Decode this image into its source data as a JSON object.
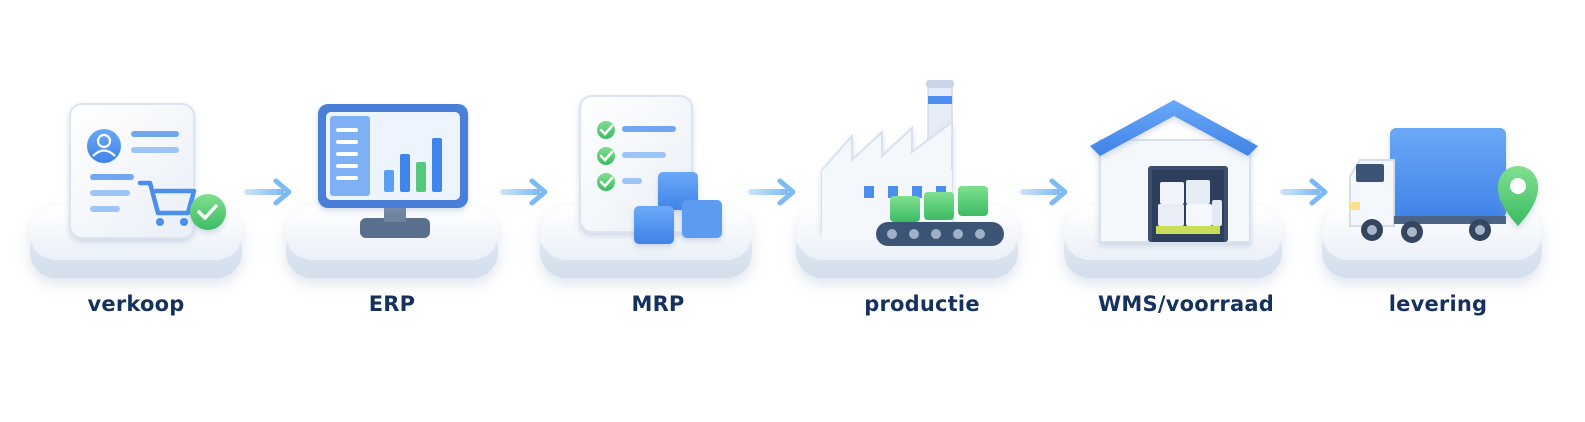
{
  "stages": [
    {
      "label": "verkoop",
      "icon": "sales-order-cart-icon"
    },
    {
      "label": "ERP",
      "icon": "erp-monitor-chart-icon"
    },
    {
      "label": "MRP",
      "icon": "mrp-checklist-boxes-icon"
    },
    {
      "label": "productie",
      "icon": "factory-conveyor-icon"
    },
    {
      "label": "WMS/voorraad",
      "icon": "warehouse-pallet-icon"
    },
    {
      "label": "levering",
      "icon": "delivery-truck-pin-icon"
    }
  ],
  "connectors": [
    "arrow-right-icon",
    "arrow-right-icon",
    "arrow-right-icon",
    "arrow-right-icon",
    "arrow-right-icon"
  ],
  "colors": {
    "label": "#15325f",
    "accent_blue": "#4a8ef0",
    "light_blue": "#8ec0f7",
    "green": "#47c96e",
    "arrow": "#8cc3f6",
    "platform": "#eef3fa"
  }
}
